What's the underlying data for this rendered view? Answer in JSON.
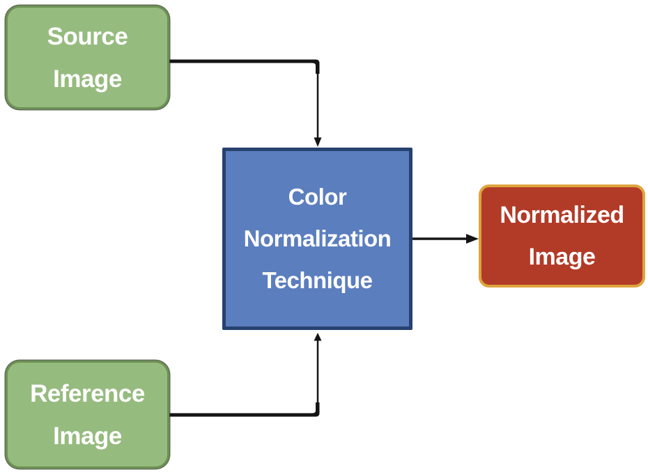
{
  "diagram": {
    "title": "Color normalization technique flow diagram",
    "background_color": "#ffffff",
    "arrow_color": "#141414",
    "nodes": {
      "source": {
        "lines": [
          "Source",
          "Image"
        ],
        "fill": "#96BB7F",
        "border_color": "#6D9254",
        "text_color": "#ffffff",
        "shape": "rounded-rectangle"
      },
      "reference": {
        "lines": [
          "Reference",
          "Image"
        ],
        "fill": "#96BB7F",
        "border_color": "#6D9254",
        "text_color": "#ffffff",
        "shape": "rounded-rectangle"
      },
      "technique": {
        "lines": [
          "Color",
          "Normalization",
          "Technique"
        ],
        "fill": "#5B7EBE",
        "border_color": "#27416F",
        "text_color": "#ffffff",
        "shape": "rectangle"
      },
      "normalized": {
        "lines": [
          "Normalized",
          "Image"
        ],
        "fill": "#B23B28",
        "border_color": "#DEA43C",
        "text_color": "#ffffff",
        "shape": "rounded-rectangle"
      }
    },
    "connectors": [
      {
        "from": "source-image",
        "to": "color-normalization-technique",
        "type": "elbow",
        "arrow_direction": "down"
      },
      {
        "from": "reference-image",
        "to": "color-normalization-technique",
        "type": "elbow",
        "arrow_direction": "up"
      },
      {
        "from": "color-normalization-technique",
        "to": "normalized-image",
        "type": "straight",
        "arrow_direction": "right"
      }
    ]
  }
}
